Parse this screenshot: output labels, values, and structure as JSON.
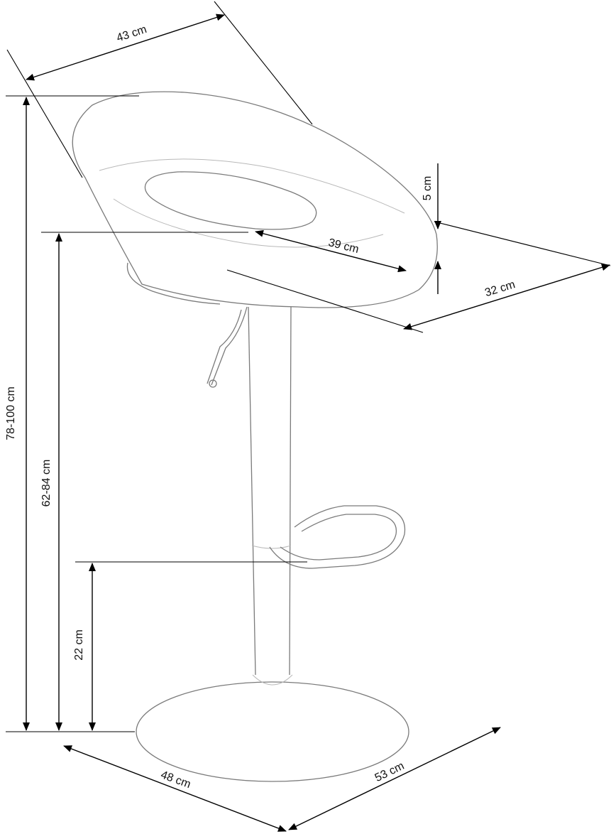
{
  "dimensions": {
    "seat_width": "43 cm",
    "cushion_thickness": "5 cm",
    "seat_inner_width": "39 cm",
    "seat_depth": "32 cm",
    "overall_height": "78-100 cm",
    "seat_height": "62-84 cm",
    "footrest_height": "22 cm",
    "base_depth": "48 cm",
    "base_width": "53 cm"
  },
  "colors": {
    "line": "#000000",
    "outline": "#7a7a7a"
  }
}
